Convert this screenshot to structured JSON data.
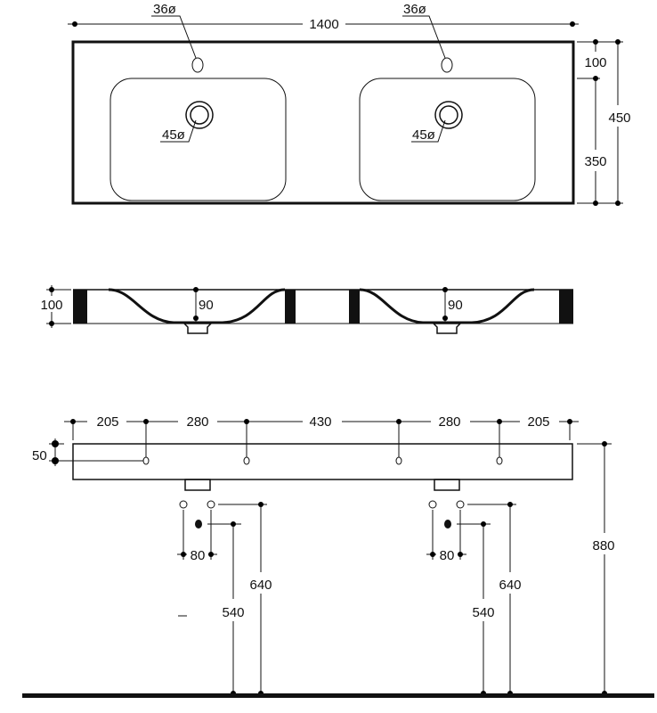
{
  "top_view": {
    "width_label": "1400",
    "tap_hole_left": "36ø",
    "tap_hole_right": "36ø",
    "drain_left": "45ø",
    "drain_right": "45ø",
    "depth_front": "100",
    "depth_basin": "350",
    "depth_total": "450"
  },
  "side_view": {
    "height_label": "100",
    "basin_depth_left": "90",
    "basin_depth_right": "90"
  },
  "front_view": {
    "spacing": [
      "205",
      "280",
      "430",
      "280",
      "205"
    ],
    "hole_offset": "50",
    "left": {
      "pipe_spacing": "80",
      "supply_height": "640",
      "waste_height": "540"
    },
    "right": {
      "pipe_spacing": "80",
      "supply_height": "640",
      "waste_height": "540"
    },
    "total_height": "880"
  },
  "colors": {
    "line": "#111111",
    "background": "#ffffff"
  }
}
